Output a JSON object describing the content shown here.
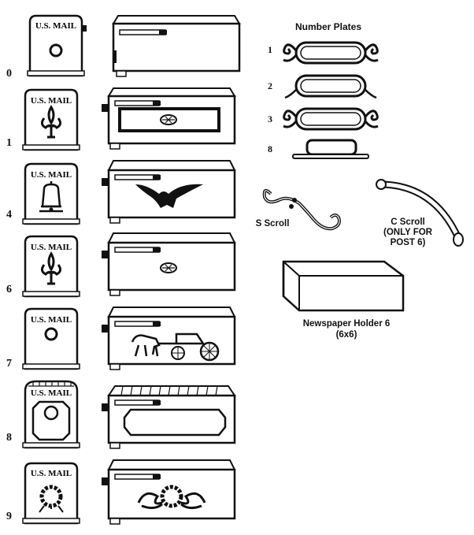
{
  "mailboxes": [
    {
      "label": "0",
      "emblem": "circle",
      "side_emblem": "none",
      "front_text": "U.S. MAIL"
    },
    {
      "label": "1",
      "emblem": "fleur-de-lis",
      "side_emblem": "rect-panel-medallion",
      "front_text": "U.S. MAIL"
    },
    {
      "label": "4",
      "emblem": "liberty-bell",
      "side_emblem": "eagle",
      "front_text": "U.S. MAIL"
    },
    {
      "label": "6",
      "emblem": "fleur-de-lis",
      "side_emblem": "medallion",
      "front_text": "U.S. MAIL"
    },
    {
      "label": "7",
      "emblem": "circle",
      "side_emblem": "horse-carriage",
      "front_text": "U.S. MAIL"
    },
    {
      "label": "8",
      "emblem": "octagon-circle",
      "side_emblem": "octagon-panel",
      "front_text": "U.S. MAIL"
    },
    {
      "label": "9",
      "emblem": "wreath",
      "side_emblem": "scroll-wreath",
      "front_text": "U.S. MAIL"
    }
  ],
  "number_plates": {
    "title": "Number Plates",
    "items": [
      {
        "label": "1",
        "style": "scroll-curl"
      },
      {
        "label": "2",
        "style": "simple-arch"
      },
      {
        "label": "3",
        "style": "scroll-curl"
      },
      {
        "label": "8",
        "style": "flat-base"
      }
    ]
  },
  "accessories": {
    "s_scroll": "S Scroll",
    "c_scroll": [
      "C Scroll",
      "(ONLY FOR",
      "POST 6)"
    ],
    "newspaper": [
      "Newspaper Holder 6",
      "(6x6)"
    ]
  }
}
